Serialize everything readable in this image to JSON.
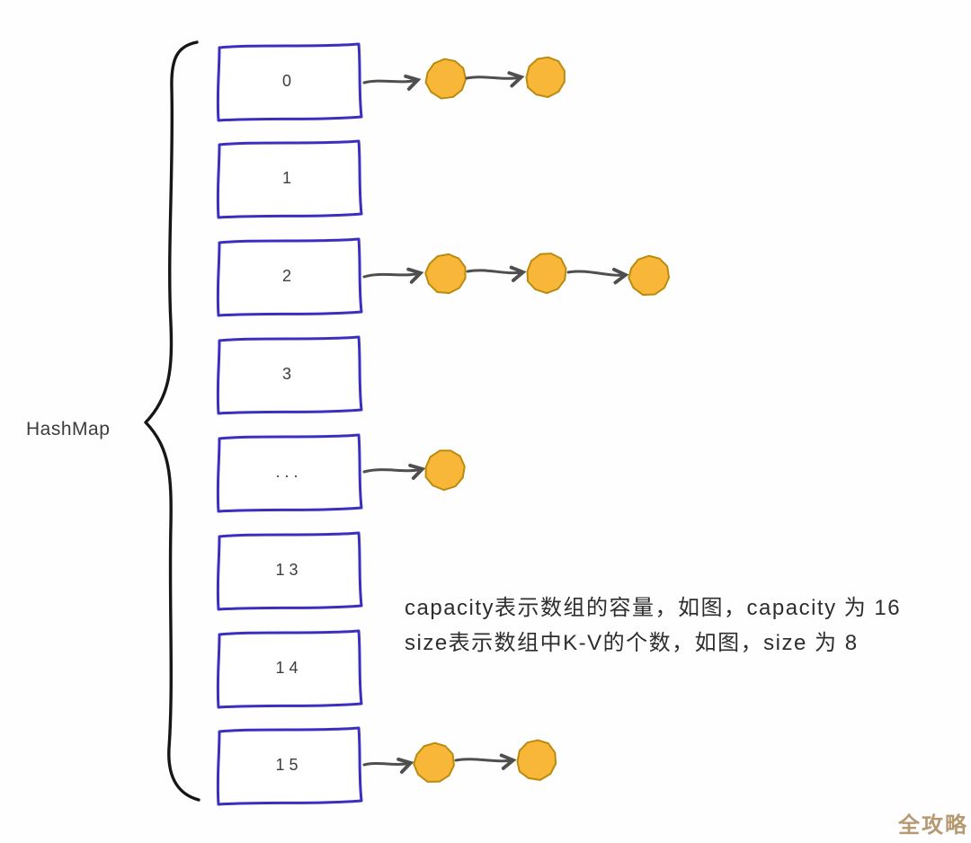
{
  "diagram": {
    "label": "HashMap",
    "buckets": [
      {
        "label": "0",
        "entries": 2
      },
      {
        "label": "1",
        "entries": 0
      },
      {
        "label": "2",
        "entries": 3
      },
      {
        "label": "3",
        "entries": 0
      },
      {
        "label": "...",
        "entries": 1
      },
      {
        "label": "13",
        "entries": 0
      },
      {
        "label": "14",
        "entries": 0
      },
      {
        "label": "15",
        "entries": 2
      }
    ],
    "capacity": 16,
    "size": 8,
    "caption": {
      "line1": "capacity表示数组的容量，如图，capacity 为 16",
      "line2": "size表示数组中K-V的个数，如图，size 为 8"
    },
    "watermark": "全攻略",
    "colors": {
      "box_stroke": "#3b2fc0",
      "entry_fill": "#f9b73a",
      "entry_stroke": "#b98b0e",
      "arrow": "#4f4f4f",
      "brace": "#161616",
      "text": "#3d3d3d",
      "caption_text": "#2d2d2d",
      "watermark": "#b3946a"
    }
  }
}
